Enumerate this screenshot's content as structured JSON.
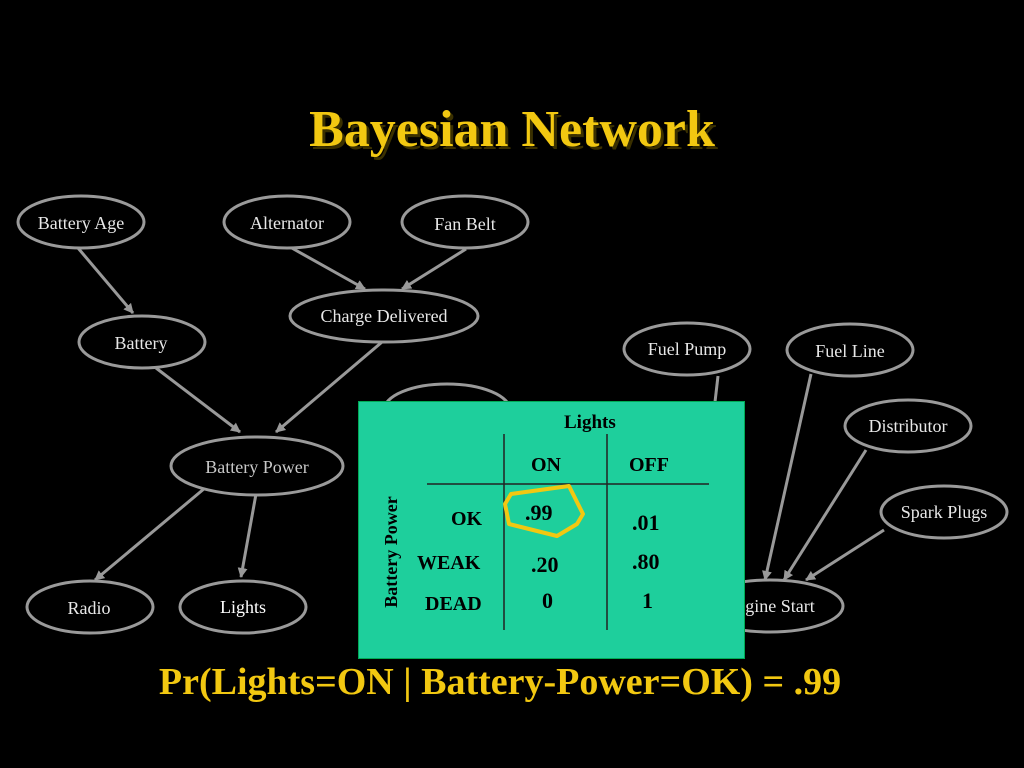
{
  "title": "Bayesian Network",
  "nodes": {
    "battery_age": "Battery Age",
    "alternator": "Alternator",
    "fan_belt": "Fan Belt",
    "charge_delivered": "Charge Delivered",
    "battery": "Battery",
    "fuel_pump": "Fuel Pump",
    "fuel_line": "Fuel Line",
    "distributor": "Distributor",
    "battery_power": "Battery Power",
    "spark_plugs": "Spark Plugs",
    "radio": "Radio",
    "lights": "Lights",
    "engine_start": "gine Start"
  },
  "cpt": {
    "title": "Lights",
    "row_header": "Battery Power",
    "col_on": "ON",
    "col_off": "OFF",
    "rows": [
      {
        "label": "OK",
        "on": ".99",
        "off": ".01"
      },
      {
        "label": "WEAK",
        "on": ".20",
        "off": ".80"
      },
      {
        "label": "DEAD",
        "on": "0",
        "off": "1"
      }
    ]
  },
  "highlight_color": "#f2c811",
  "formula": "Pr(Lights=ON | Battery-Power=OK) = .99"
}
